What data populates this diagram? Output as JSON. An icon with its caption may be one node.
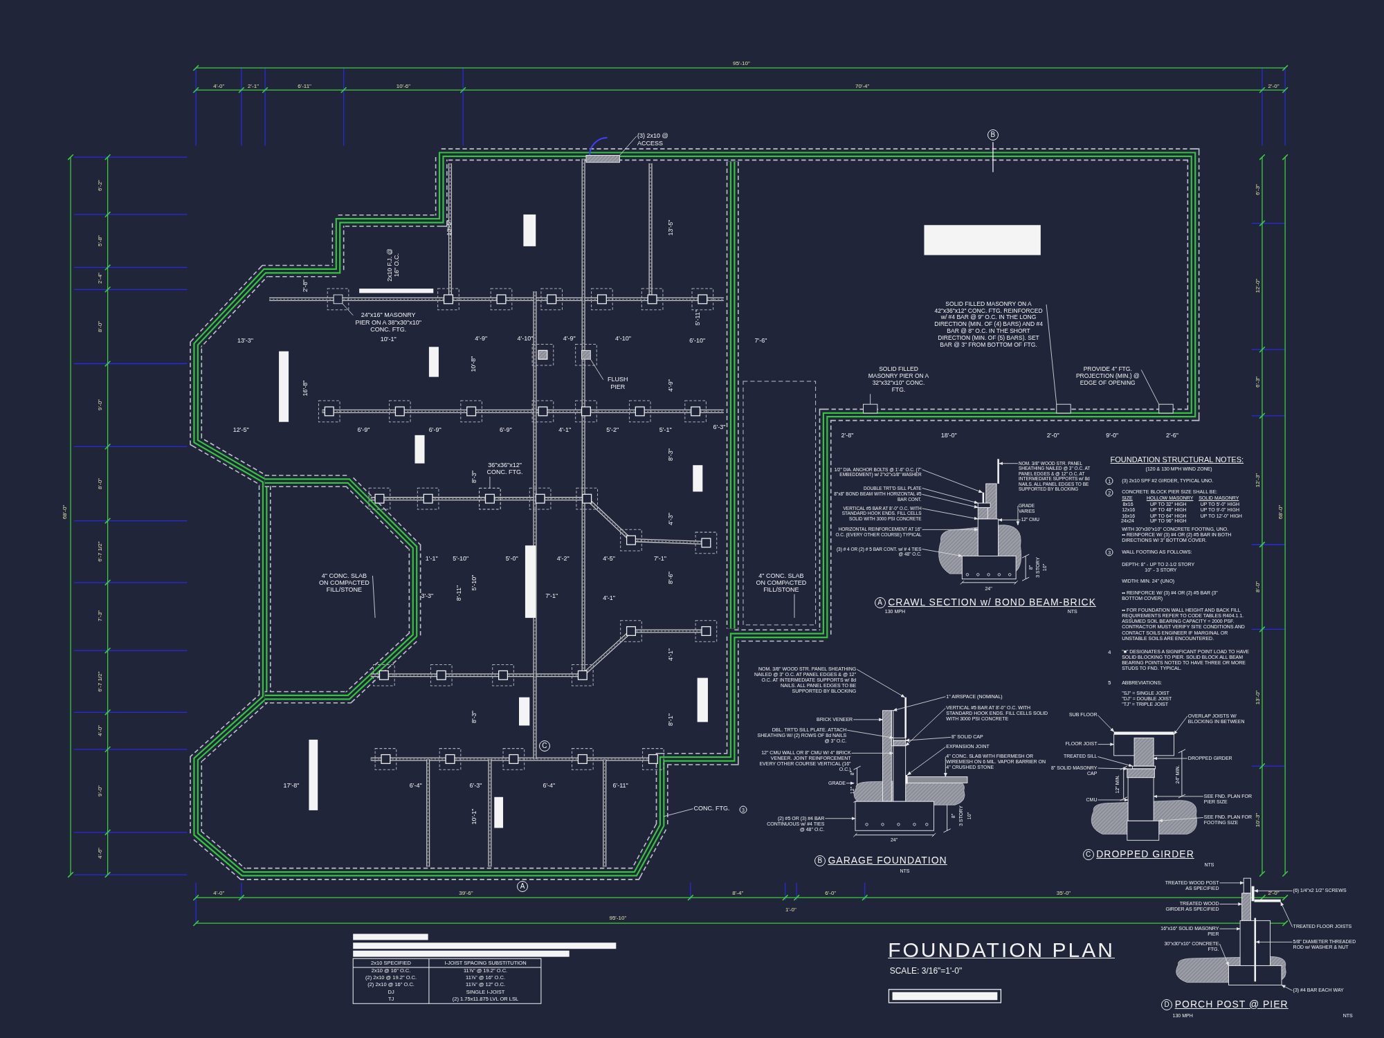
{
  "diagram": {
    "title": "FOUNDATION PLAN",
    "nodes": [
      {
        "text": [
          "(3) 2x10 @ ACCESS"
        ]
      },
      {
        "text": [
          "24\"x16\" MASONRY PIER ON A 38\"x30\"x10\" CONC. FTG."
        ]
      },
      {
        "text": [
          "FLUSH PIER"
        ]
      },
      {
        "text": [
          "36\"x36\"x12\" CONC. FTG."
        ]
      },
      {
        "text": [
          "4\" CONC. SLAB ON COMPACTED FILL/STONE"
        ]
      },
      {
        "text": [
          "4\" CONC. SLAB ON COMPACTED FILL/STONE"
        ]
      },
      {
        "text": [
          "SOLID FILLED MASONRY ON A 42\"x36\"x12\" CONC. FTG. REINFORCED w/ #4 BAR @ 9\" O.C. IN THE LONG DIRECTION (MIN. OF (4) BARS) AND #4 BAR @ 8\" O.C. IN THE SHORT DIRECTION (MIN. OF (5) BARS). SET BAR @ 3\" FROM BOTTOM OF FTG."
        ]
      },
      {
        "text": [
          "SOLID FILLED MASONRY PIER ON A 32\"x32\"x10\" CONC. FTG."
        ]
      },
      {
        "text": [
          "PROVIDE 4\" FTG. PROJECTION (MIN.) @ EDGE OF OPENING"
        ]
      },
      {
        "text": [
          "CONC. FTG."
        ]
      },
      {
        "text": [
          "1/2\" DIA. ANCHOR BOLTS @ 1'-6\" O.C. (7\" EMBEDDMENT) w/ 2\"x2\"x1/8\" WASHER"
        ]
      },
      {
        "text": [
          "DOUBLE TRT'D SILL PLATE"
        ]
      },
      {
        "text": [
          "8\"x8\" BOND BEAM WITH HORIZONTAL #5 BAR CONT."
        ]
      },
      {
        "text": [
          "VERTICAL #5 BAR AT 8'-0\" O.C. WITH STANDARD HOOK ENDS. FILL CELLS SOLID WITH 3000 PSI CONCRETE"
        ]
      },
      {
        "text": [
          "HORIZONTAL REINFORCEMENT AT 16\" O.C. (EVERY OTHER COURSE) TYPICAL"
        ]
      },
      {
        "text": [
          "(3) # 4 OR (2) # 5 BAR CONT. w/ # 4 TIES @ 48\" O.C."
        ]
      },
      {
        "text": [
          "NOM. 3/8\" WOOD STR. PANEL SHEATHING NAILED @ 3\" O.C. AT PANEL EDGES & @ 12\" O.C. AT INTERMEDIATE SUPPORTS w/ 8d NAILS. ALL PANEL EDGES TO BE SUPPORTED BY BLOCKING"
        ]
      },
      {
        "text": [
          "GRADE VARIES"
        ]
      },
      {
        "text": [
          "12\" CMU"
        ]
      },
      {
        "text": [
          "NOM. 3/8\" WOOD STR. PANEL SHEATHING NAILED @ 3\" O.C. AT PANEL EDGES & @ 12\" O.C. AT INTERMEDIATE SUPPORTS w/ 8d NAILS. ALL PANEL EDGES TO BE SUPPORTED BY BLOCKING"
        ]
      },
      {
        "text": [
          "BRICK VENEER"
        ]
      },
      {
        "text": [
          "DBL. TRT'D SILL PLATE. ATTACH SHEATHING W/ (2) ROWS OF 8d NAILS @ 3\" O.C."
        ]
      },
      {
        "text": [
          "12\" CMU WALL OR 8\" CMU W/ 4\" BRICK VENEER. JOINT REINFORCEMENT EVERY OTHER COURSE VERTICAL (16\" O.C.)"
        ]
      },
      {
        "text": [
          "GRADE"
        ]
      },
      {
        "text": [
          "(2) #5 OR (3) #4 BAR CONTINUOUS w/ #4 TIES @ 48\" O.C."
        ]
      },
      {
        "text": [
          "1\" AIRSPACE (NOMINAL)"
        ]
      },
      {
        "text": [
          "VERTICAL #5 BAR AT 8'-0\" O.C. WITH STANDARD HOOK ENDS. FILL CELLS SOLID WITH 3000 PSI CONCRETE"
        ]
      },
      {
        "text": [
          "8\" SOLID CAP"
        ]
      },
      {
        "text": [
          "EXPANSION JOINT"
        ]
      },
      {
        "text": [
          "4\" CONC. SLAB WITH FIBERMESH OR WIREMESH ON 6 MIL. VAPOR BARRIER ON 4\" CRUSHED STONE"
        ]
      },
      {
        "text": [
          "SUB FLOOR"
        ]
      },
      {
        "text": [
          "FLOOR JOIST"
        ]
      },
      {
        "text": [
          "TREATED SILL"
        ]
      },
      {
        "text": [
          "8\" SOLID MASONRY CAP"
        ]
      },
      {
        "text": [
          "CMU"
        ]
      },
      {
        "text": [
          "OVERLAP JOISTS W/ BLOCKING IN BETWEEN"
        ]
      },
      {
        "text": [
          "DROPPED GIRDER"
        ]
      },
      {
        "text": [
          "SEE FND. PLAN FOR PIER SIZE"
        ]
      },
      {
        "text": [
          "SEE FND. PLAN FOR FOOTING SIZE"
        ]
      },
      {
        "text": [
          "TREATED WOOD POST AS SPECIFIED"
        ]
      },
      {
        "text": [
          "TREATED WOOD GIRDER AS SPECIFIED"
        ]
      },
      {
        "text": [
          "16\"x16\" SOLID MASONRY PIER"
        ]
      },
      {
        "text": [
          "30\"x30\"x10\" CONCRETE FTG."
        ]
      },
      {
        "text": [
          "(6) 1/4\"x2 1/2\" SCREWS"
        ]
      },
      {
        "text": [
          "TREATED FLOOR JOISTS"
        ]
      },
      {
        "text": [
          "5/8\" DIAMETER THREADED ROD w/ WASHER & NUT"
        ]
      },
      {
        "text": [
          "(3) #4 BAR EACH WAY"
        ]
      },
      {
        "text": [],
        "shape": "box"
      },
      {
        "text": [],
        "shape": "box"
      },
      {
        "text": [],
        "shape": "box"
      },
      {
        "text": [],
        "shape": "box"
      },
      {
        "text": [],
        "shape": "box"
      },
      {
        "text": [],
        "shape": "box"
      },
      {
        "text": [],
        "shape": "box"
      },
      {
        "text": [],
        "shape": "bar"
      },
      {
        "text": [],
        "shape": "bar"
      },
      {
        "text": [],
        "shape": "box"
      },
      {
        "text": [],
        "shape": "box"
      },
      {
        "text": [],
        "shape": "box"
      },
      {
        "text": [],
        "shape": "box"
      },
      {
        "text": [],
        "shape": "picture"
      },
      {
        "text": [],
        "shape": "bar"
      },
      {
        "text": [],
        "shape": "box"
      },
      {
        "text": [],
        "shape": "box"
      },
      {
        "text": [],
        "shape": "box"
      },
      {
        "text": [],
        "shape": "box"
      },
      {
        "text": [],
        "shape": "box"
      },
      {
        "text": [],
        "shape": "box"
      },
      {
        "text": [],
        "shape": "bar"
      },
      {
        "text": [],
        "shape": "picture"
      },
      {
        "text": [],
        "shape": "box"
      },
      {
        "text": [],
        "shape": "bar"
      },
      {
        "text": [],
        "shape": "box"
      },
      {
        "text": [],
        "shape": "box"
      },
      {
        "text": [],
        "shape": "box"
      },
      {
        "text": [],
        "shape": "box"
      },
      {
        "text": [],
        "shape": "box"
      },
      {
        "text": [],
        "shape": "box"
      },
      {
        "text": [],
        "shape": "picture"
      },
      {
        "text": [],
        "shape": "box"
      },
      {
        "text": [],
        "shape": "box"
      },
      {
        "text": [],
        "shape": "bar"
      },
      {
        "text": [],
        "shape": "bar"
      },
      {
        "text": [],
        "shape": "box"
      },
      {
        "text": [],
        "shape": "bar"
      },
      {
        "text": [],
        "shape": "box"
      },
      {
        "text": [],
        "shape": "picture"
      }
    ],
    "edges": [
      {
        "from": 0,
        "to": 47,
        "arrow": "none"
      },
      {
        "from": 1,
        "to": 48,
        "arrow": "none"
      },
      {
        "from": 2,
        "to": 49,
        "arrow": "none"
      },
      {
        "from": 3,
        "to": 50,
        "arrow": "none"
      },
      {
        "from": 4,
        "to": null,
        "arrow": "none"
      },
      {
        "from": 5,
        "to": null,
        "arrow": "none"
      },
      {
        "from": 6,
        "to": 52,
        "arrow": "none"
      },
      {
        "from": 7,
        "to": 51,
        "arrow": "none"
      },
      {
        "from": 8,
        "to": 53,
        "arrow": "none"
      },
      {
        "from": 9,
        "to": null,
        "arrow": "none"
      },
      {
        "from": 10,
        "to": 55,
        "arrow": "to"
      },
      {
        "from": 11,
        "to": 56,
        "arrow": "to"
      },
      {
        "from": 12,
        "to": 57,
        "arrow": "to"
      },
      {
        "from": 13,
        "to": 58,
        "arrow": "to"
      },
      {
        "from": 14,
        "to": 58,
        "arrow": "to"
      },
      {
        "from": 15,
        "to": 59,
        "arrow": "to"
      },
      {
        "from": 16,
        "to": 54,
        "arrow": "to"
      },
      {
        "from": 17,
        "to": 60,
        "arrow": "to"
      },
      {
        "from": 18,
        "to": 58,
        "arrow": "to"
      },
      {
        "from": 19,
        "to": 61,
        "arrow": "to"
      },
      {
        "from": 20,
        "to": 62,
        "arrow": "to"
      },
      {
        "from": 21,
        "to": 64,
        "arrow": "to"
      },
      {
        "from": 22,
        "to": 66,
        "arrow": "to"
      },
      {
        "from": 23,
        "to": 69,
        "arrow": "to"
      },
      {
        "from": 24,
        "to": 70,
        "arrow": "to"
      },
      {
        "from": 25,
        "to": 63,
        "arrow": "to"
      },
      {
        "from": 26,
        "to": 66,
        "arrow": "to"
      },
      {
        "from": 27,
        "to": 65,
        "arrow": "to"
      },
      {
        "from": 28,
        "to": 68,
        "arrow": "to"
      },
      {
        "from": 29,
        "to": 67,
        "arrow": "to"
      },
      {
        "from": 30,
        "to": 71,
        "arrow": "to"
      },
      {
        "from": 31,
        "to": 72,
        "arrow": "to"
      },
      {
        "from": 32,
        "to": 74,
        "arrow": "to"
      },
      {
        "from": 33,
        "to": 75,
        "arrow": "to"
      },
      {
        "from": 34,
        "to": 76,
        "arrow": "to"
      },
      {
        "from": 35,
        "to": 72,
        "arrow": "to"
      },
      {
        "from": 36,
        "to": 73,
        "arrow": "to"
      },
      {
        "from": 37,
        "to": 76,
        "arrow": "to"
      },
      {
        "from": 38,
        "to": 77,
        "arrow": "to"
      },
      {
        "from": 39,
        "to": 79,
        "arrow": "to"
      },
      {
        "from": 40,
        "to": 80,
        "arrow": "to"
      },
      {
        "from": 41,
        "to": 83,
        "arrow": "to"
      },
      {
        "from": 42,
        "to": 85,
        "arrow": "to"
      },
      {
        "from": 43,
        "to": 81,
        "arrow": "to"
      },
      {
        "from": 44,
        "to": 82,
        "arrow": "to"
      },
      {
        "from": 45,
        "to": 84,
        "arrow": "to"
      },
      {
        "from": 46,
        "to": 85,
        "arrow": "to"
      }
    ],
    "labels": [
      "95'-10\"",
      "4'-0\"",
      "2'-1\"",
      "6'-11\"",
      "10'-6\"",
      "70'-4\"",
      "2'-0\"",
      "B",
      "6'-2\"",
      "5'-8\"",
      "2'-4\"",
      "8'-0\"",
      "9'-0\"",
      "8'-0\"",
      "6'-7 1/2\"",
      "7'-3\"",
      "6'-7 1/2\"",
      "4'-0\"",
      "9'-0\"",
      "4'-6\"",
      "68'-0\"",
      "6'-3\"",
      "12'-0\"",
      "6'-3\"",
      "12'-3\"",
      "8'-0\"",
      "13'-0\"",
      "10'-3\"",
      "68'-0\"",
      "2x10 F.J. @ 16\" O.C.",
      "10'-1\"",
      "2'-8\"",
      "13'-5\"",
      "13'-5\"",
      "13'-3\"",
      "4'-9\"",
      "4'-10\"",
      "4'-9\"",
      "4'-10\"",
      "6'-10\"",
      "7'-6\"",
      "5'-11\"",
      "10'-8\"",
      "16'-8\"",
      "4'-9\"",
      "12'-5\"",
      "6'-9\"",
      "6'-9\"",
      "6'-9\"",
      "4'-1\"",
      "5'-2\"",
      "5'-1\"",
      "6'-3\"",
      "8'-3\"",
      "8'-3\"",
      "4'-3\"",
      "1'-1\"",
      "5'-10\"",
      "5'-0\"",
      "4'-2\"",
      "4'-5\"",
      "7'-1\"",
      "5'-10\"",
      "3'-3\"",
      "8'-11\"",
      "7'-1\"",
      "4'-1\"",
      "8'-6\"",
      "4'-1\"",
      "C",
      "8'-3\"",
      "8'-1\"",
      "17'-8\"",
      "6'-4\"",
      "6'-3\"",
      "6'-4\"",
      "6'-11\"",
      "10'-1\"",
      "3",
      "2'-8\"",
      "18'-0\"",
      "2'-0\"",
      "9'-0\"",
      "2'-6\"",
      "A",
      "4'-0\"",
      "39'-6\"",
      "8'-4\"",
      "1'-0\"",
      "6'-0\"",
      "35'-0\"",
      "2'-0\"",
      "95'-10\"",
      "24\"",
      "8\"",
      "3 STORY",
      "10\"",
      "A",
      "CRAWL SECTION w/ BOND BEAM-BRICK",
      "130 MPH",
      "NTS",
      "FOUNDATION STRUCTURAL NOTES:",
      "(120 & 130 MPH WIND ZONE)",
      "1",
      "(3) 2x10 SPF #2 GIRDER, TYPICAL UNO.",
      "2",
      "CONCRETE BLOCK PIER SIZE SHALL BE:",
      "SIZE",
      "HOLLOW MASONRY",
      "SOLID MASONRY",
      "8x16",
      "UP TO 32\" HIGH",
      "UP TO 5'-0\" HIGH",
      "12x16",
      "UP TO 48\" HIGH",
      "UP TO 9'-0\" HIGH",
      "16x16",
      "UP TO 64\" HIGH",
      "UP TO 12'-0\" HIGH",
      "24x24",
      "UP TO 96\" HIGH",
      "WITH 30\"x30\"x10\" CONCRETE FOOTING, UNO.",
      "•• REINFORCE W/ (3) #4 OR (2) #5 BAR IN BOTH DIRECTIONS W/ 3\" BOTTOM COVER.",
      "3",
      "WALL FOOTING AS FOLLOWS:",
      "DEPTH: 8\" - UP TO 2-1/2 STORY",
      "10\" - 3 STORY",
      "WIDTH: MIN. 24\" (UNO)",
      "•• REINFORCE W/ (3) #4 OR (2) #5 BAR (3\" BOTTOM COVER)",
      "•• FOR FOUNDATION WALL HEIGHT AND BACK FILL REQUIREMENTS REFER TO CODE TABLES R404.1.1. ASSUMED SOIL BEARING CAPACITY = 2000 PSF. CONTRACTOR MUST VERIFY SITE CONDITIONS AND CONTACT SOILS ENGINEER IF MARGINAL OR UNSTABLE SOILS ARE ENCOUNTERED.",
      "4",
      "\"■\" DESIGNATES A SIGNIFICANT POINT LOAD TO HAVE SOLID BLOCKING TO PIER. SOLID BLOCK ALL BEAM BEARING POINTS NOTED TO HAVE THREE OR MORE STUDS TO FND. TYPICAL.",
      "5",
      "ABBREVIATIONS:",
      "\"SJ\" = SINGLE JOIST",
      "\"DJ\" = DOUBLE JOIST",
      "\"TJ\" = TRIPLE JOIST",
      "12\"",
      "8\"",
      "24\"",
      "8\"",
      "3 STORY",
      "10\"",
      "B",
      "GARAGE FOUNDATION",
      "NTS",
      "12\" MIN.",
      "24\" MIN.",
      "C",
      "DROPPED GIRDER",
      "NTS",
      "2x10 SPECIFIED",
      "I-JOIST SPACING SUBSTITUTION",
      "2x10 @ 16\" O.C.",
      "11⅞\" @ 19.2\" O.C.",
      "(2) 2x10 @ 19.2\" O.C.",
      "11⅞\" @ 16\" O.C.",
      "(2) 2x10 @ 16\" O.C.",
      "11⅞\" @ 12\" O.C.",
      "DJ",
      "SINGLE I-JOIST",
      "TJ",
      "(2) 1.75x11.875 LVL OR LSL",
      "SCALE: 3/16\"=1'-0\"",
      "D",
      "PORCH POST @ PIER",
      "130 MPH",
      "NTS"
    ]
  }
}
